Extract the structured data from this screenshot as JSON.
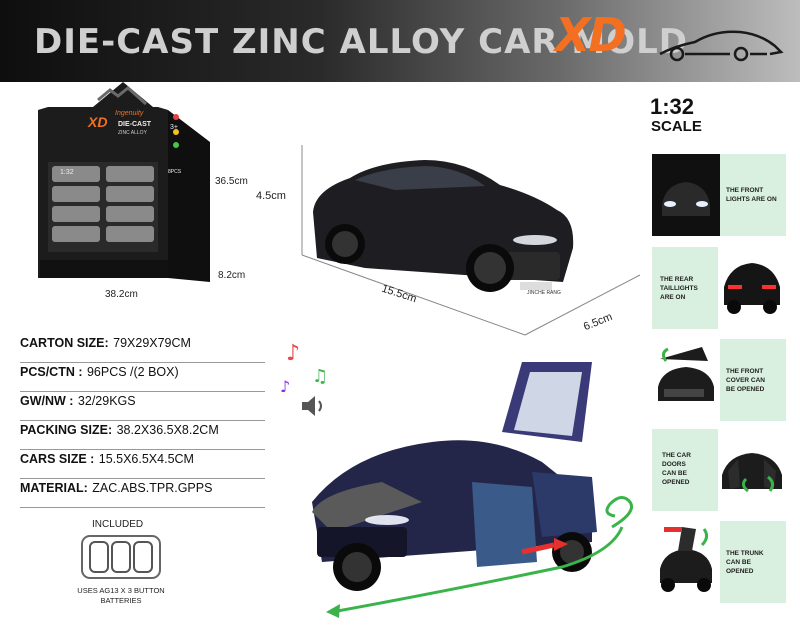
{
  "header": {
    "title": "DIE-CAST ZINC ALLOY CAR MOLD",
    "brand": "XD",
    "colors": {
      "brand_orange": "#f36f21",
      "title_grey": "#cfcfcf"
    }
  },
  "display_box": {
    "logo_brand": "XD",
    "logo_tagline": "Ingenuity",
    "logo_line1": "DIE-CAST",
    "logo_line2": "ZINC ALLOY",
    "scale_label": "1:32",
    "pcs_label": "8PCS",
    "age_badge": "3+",
    "dim_height": "36.5cm",
    "dim_depth": "8.2cm",
    "dim_width": "38.2cm"
  },
  "car_dimensions": {
    "height": "4.5cm",
    "length": "15.5cm",
    "width": "6.5cm",
    "plate_text": "JINCHE RANG"
  },
  "specs": [
    {
      "label": "CARTON SIZE:",
      "value": "79X29X79CM"
    },
    {
      "label": "PCS/CTN :",
      "value": "96PCS /(2 BOX)"
    },
    {
      "label": "GW/NW :",
      "value": "32/29KGS"
    },
    {
      "label": "PACKING SIZE:",
      "value": "38.2X36.5X8.2CM"
    },
    {
      "label": "CARS SIZE :",
      "value": "15.5X6.5X4.5CM"
    },
    {
      "label": "MATERIAL:",
      "value": "ZAC.ABS.TPR.GPPS"
    }
  ],
  "battery": {
    "included_label": "INCLUDED",
    "note_line1": "USES AG13 X 3 BUTTON",
    "note_line2": "BATTERIES"
  },
  "scale": {
    "ratio": "1:32",
    "word": "SCALE"
  },
  "features": [
    {
      "text_lines": [
        "THE FRONT",
        "LIGHTS ARE ON"
      ],
      "photo_side": "left"
    },
    {
      "text_lines": [
        "THE REAR",
        "TAILLIGHTS",
        "ARE ON"
      ],
      "photo_side": "right"
    },
    {
      "text_lines": [
        "THE FRONT",
        "COVER CAN",
        "BE OPENED"
      ],
      "photo_side": "left"
    },
    {
      "text_lines": [
        "THE CAR",
        "DOORS",
        "CAN BE",
        "OPENED"
      ],
      "photo_side": "right"
    },
    {
      "text_lines": [
        "THE TRUNK",
        "CAN BE",
        "OPENED"
      ],
      "photo_side": "left"
    }
  ],
  "icons": [
    "music-note-icon",
    "sound-icon",
    "spiral-arrow-icon",
    "car-outline-icon"
  ]
}
